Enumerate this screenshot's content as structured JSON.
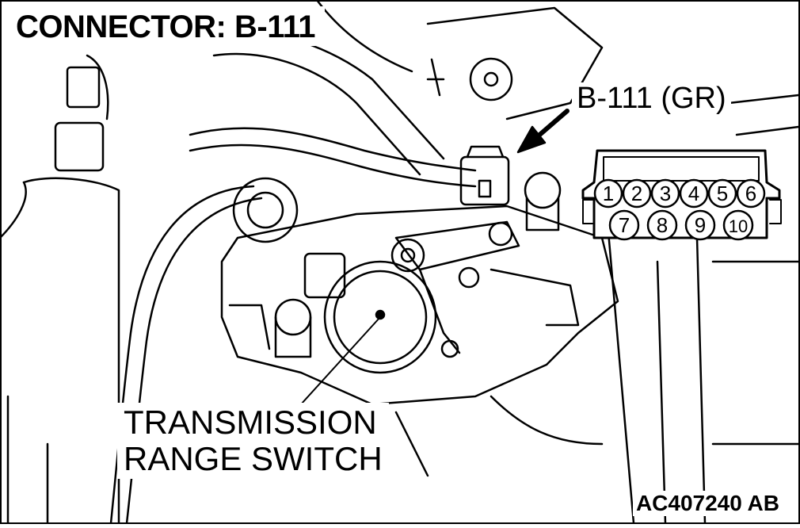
{
  "title": "CONNECTOR: B-111",
  "connector_label": "B-111 (GR)",
  "component_label": {
    "line1": "TRANSMISSION",
    "line2": "RANGE SWITCH"
  },
  "figure_code": "AC407240 AB",
  "pins": {
    "top": [
      "1",
      "2",
      "3",
      "4",
      "5",
      "6"
    ],
    "bottom": [
      "7",
      "8",
      "9",
      "10"
    ]
  }
}
